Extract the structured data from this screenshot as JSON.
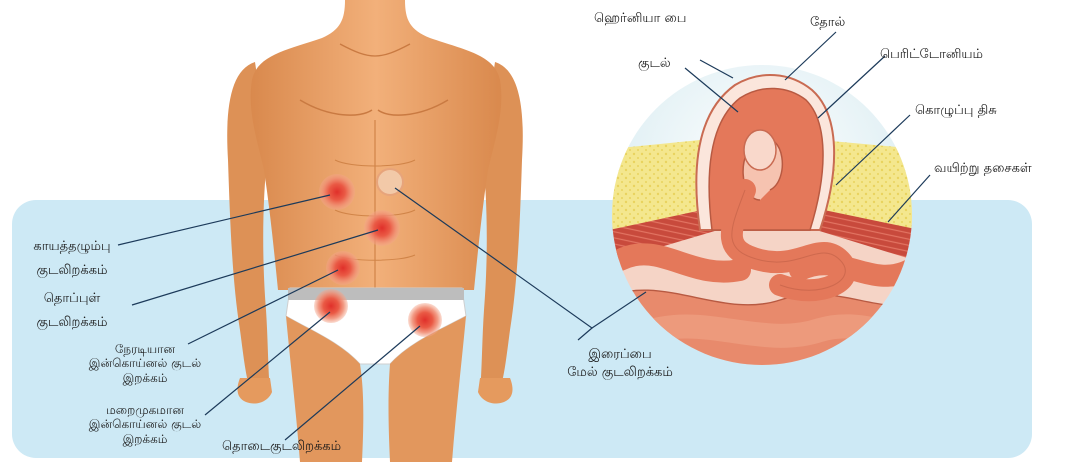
{
  "labels": {
    "incisional": [
      "காயத்தழும்பு",
      "குடலிறக்கம்"
    ],
    "umbilical": [
      "தொப்புள்",
      "குடலிறக்கம்"
    ],
    "direct_inguinal": [
      "நேரடியான",
      "இன்கொய்னல் குடல்",
      "இறக்கம்"
    ],
    "indirect_inguinal": [
      "மறைமுகமான",
      "இன்கொய்னல் குடல்",
      "இறக்கம்"
    ],
    "femoral": "தொடைகுடலிறக்கம்",
    "epigastric": [
      "இரைப்பை",
      "மேல்  குடலிறக்கம்"
    ],
    "hernia_sac": "ஹெர்னியா பை",
    "skin": "தோல்",
    "intestine": "குடல்",
    "peritoneum": "பெரிட்டோனியம்",
    "fat_tissue": "கொழுப்பு திசு",
    "abdominal_muscles": "வயிற்று தசைகள்"
  },
  "colors": {
    "background_panel": "#cde9f5",
    "skin_tone": "#eba46a",
    "hernia_marker": "#e8453c",
    "intestine": "#e4785a",
    "fat": "#f3e58a",
    "muscle": "#c9473a",
    "leader_line": "#1c3a5a"
  }
}
